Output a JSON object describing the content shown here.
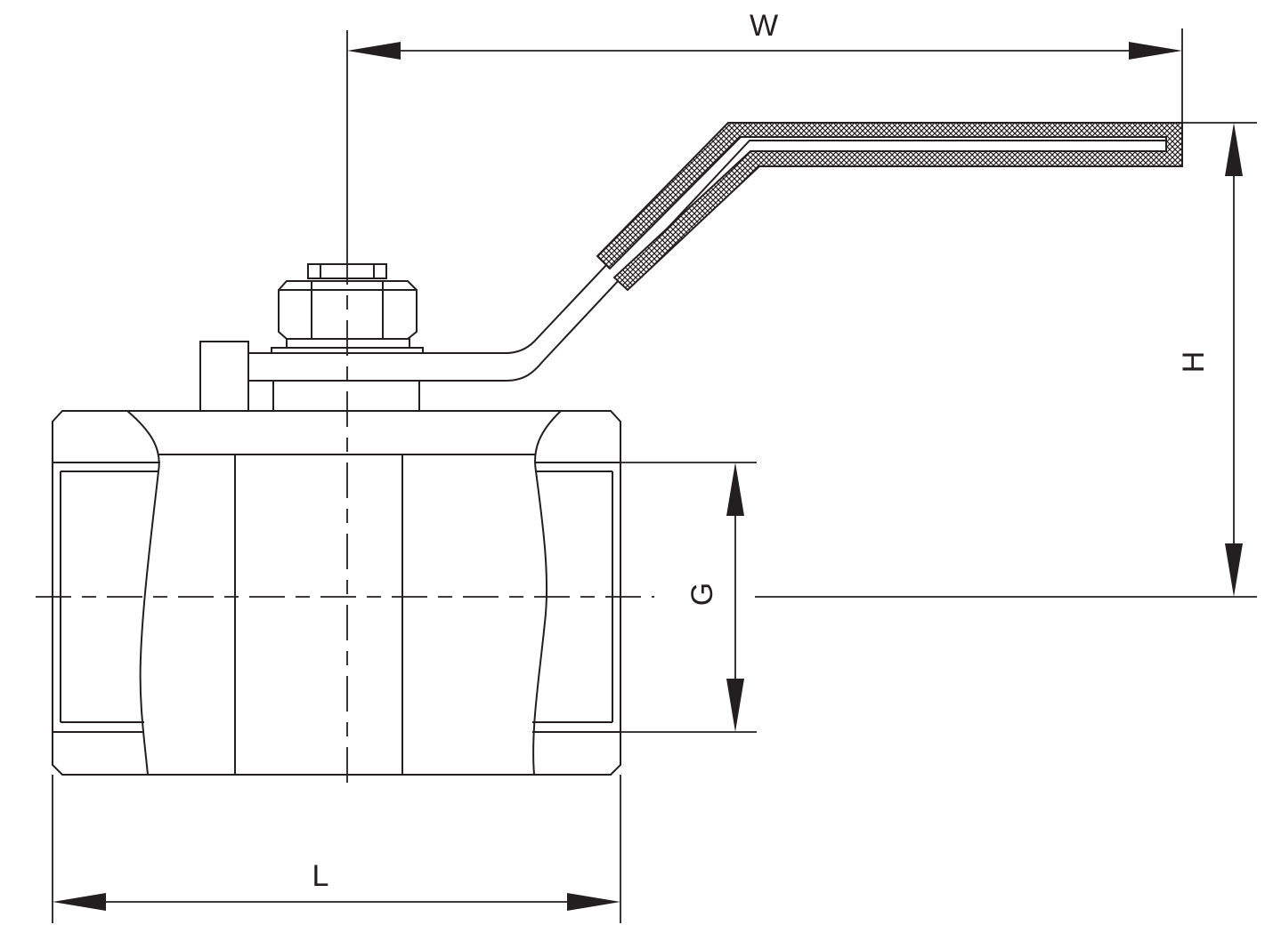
{
  "dimensions": {
    "width_label": "W",
    "height_label": "H",
    "thread_label": "G",
    "length_label": "L"
  },
  "colors": {
    "line": "#231f20",
    "background": "#ffffff"
  }
}
